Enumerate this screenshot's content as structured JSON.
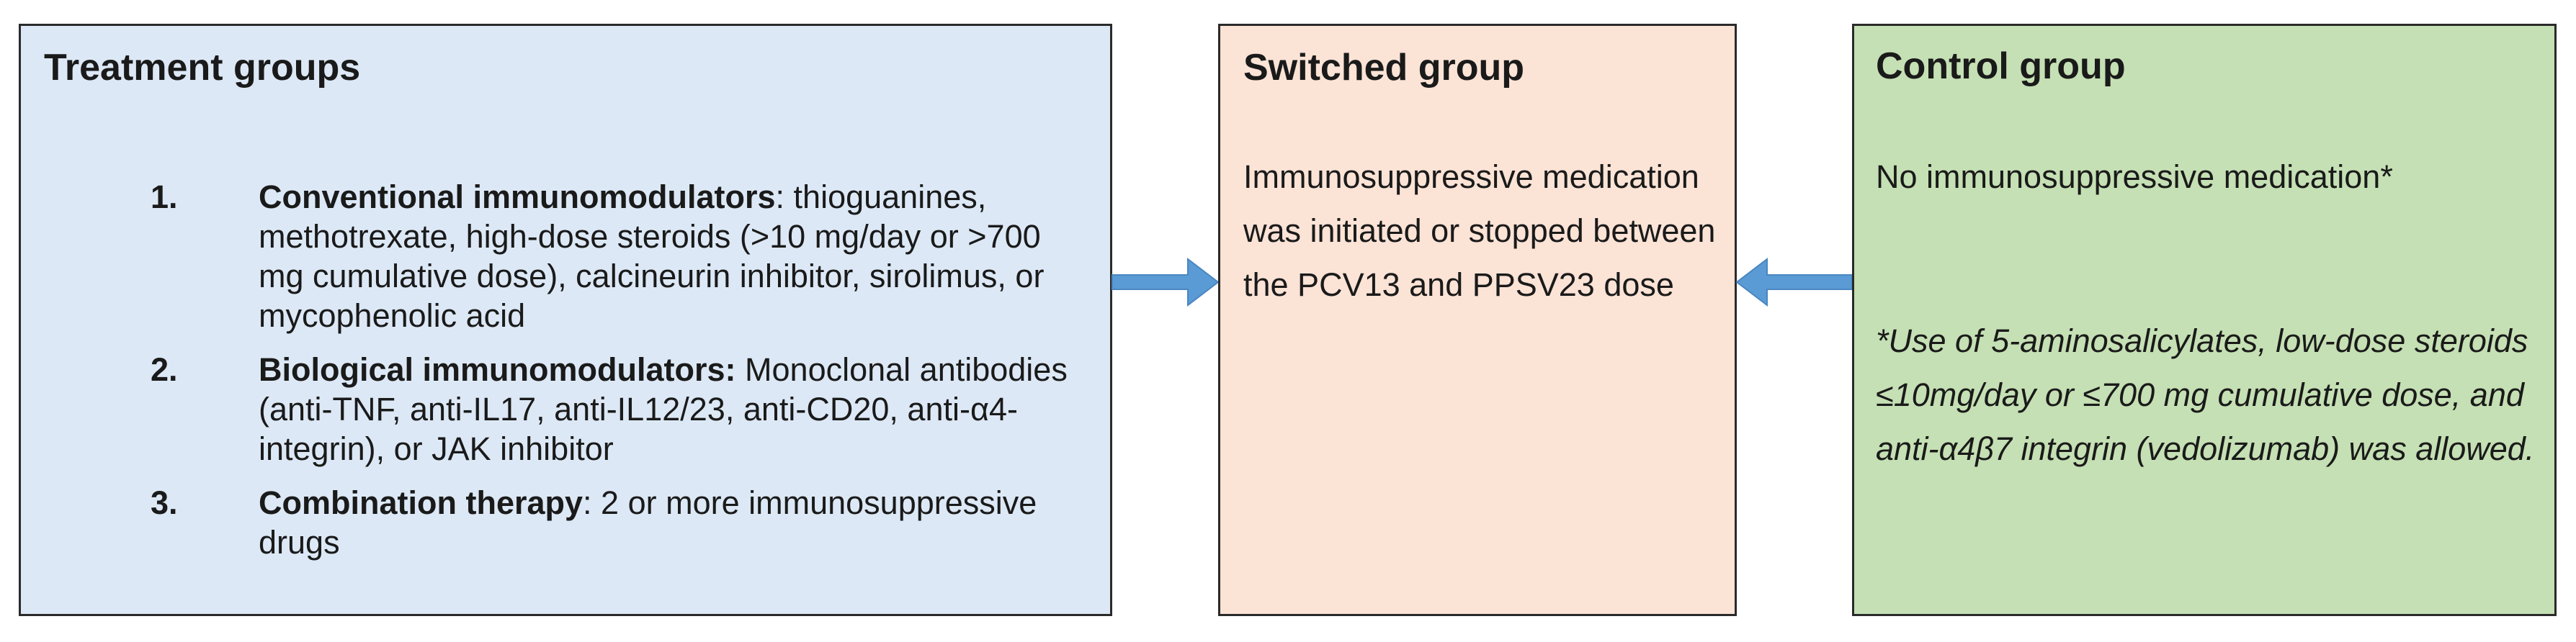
{
  "treatment": {
    "title": "Treatment groups",
    "items": [
      {
        "number": "1.",
        "term": "Conventional immunomodulators",
        "separator": ":",
        "text": " thioguanines, methotrexate, high-dose steroids (>10 mg/day or >700 mg cumulative dose), calcineurin inhibitor, sirolimus, or mycophenolic acid"
      },
      {
        "number": "2.",
        "term": "Biological immunomodulators:",
        "separator": "",
        "text": " Monoclonal antibodies (anti-TNF, anti-IL17, anti-IL12/23, anti-CD20, anti-α4-integrin), or JAK inhibitor"
      },
      {
        "number": "3.",
        "term": "Combination therapy",
        "separator": ":",
        "text": " 2 or more immunosuppressive drugs"
      }
    ]
  },
  "switched": {
    "title": "Switched group",
    "body": "Immunosuppressive medication was initiated or stopped between the PCV13 and PPSV23 dose"
  },
  "control": {
    "title": "Control group",
    "body": "No immunosuppressive medication*",
    "note": "*Use of 5-aminosalicylates, low-dose steroids ≤10mg/day or ≤700 mg cumulative dose, and anti-α4β7 integrin (vedolizumab) was allowed."
  },
  "colors": {
    "treatment_fill": "#dce8f5",
    "switched_fill": "#fbe3d6",
    "control_fill": "#c5e0b4",
    "arrow_fill": "#5b9bd5",
    "border": "#2a2a2a"
  }
}
